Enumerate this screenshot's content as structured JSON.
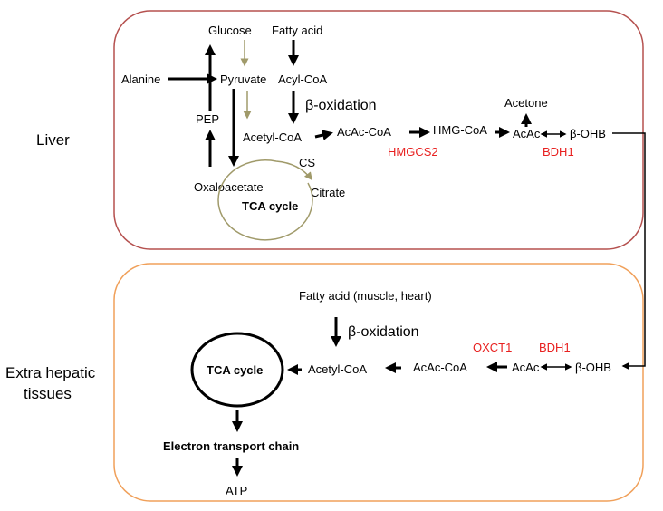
{
  "regions": {
    "liver_label": "Liver",
    "extra_label_line1": "Extra hepatic",
    "extra_label_line2": "tissues"
  },
  "liver": {
    "glucose": "Glucose",
    "fatty_acid": "Fatty acid",
    "alanine": "Alanine",
    "pyruvate": "Pyruvate",
    "acyl_coa": "Acyl-CoA",
    "beta_oxidation": "β-oxidation",
    "pep": "PEP",
    "acetyl_coa": "Acetyl-CoA",
    "acac_coa": "AcAc-CoA",
    "hmg_coa": "HMG-CoA",
    "acetone": "Acetone",
    "acac": "AcAc",
    "beta_ohb": "β-OHB",
    "hmgcs2": "HMGCS2",
    "bdh1": "BDH1",
    "cs": "CS",
    "oxaloacetate": "Oxaloacetate",
    "citrate": "Citrate",
    "tca_cycle": "TCA cycle"
  },
  "extra": {
    "fatty_acid": "Fatty acid (muscle, heart)",
    "beta_oxidation": "β-oxidation",
    "tca_cycle": "TCA cycle",
    "acetyl_coa": "Acetyl-CoA",
    "acac_coa": "AcAc-CoA",
    "acac": "AcAc",
    "beta_ohb": "β-OHB",
    "oxct1": "OXCT1",
    "bdh1": "BDH1",
    "etc": "Electron transport chain",
    "atp": "ATP"
  },
  "colors": {
    "liver_border": "#b5514f",
    "extra_border": "#f0a05a",
    "enzyme_red": "#e8201f",
    "tca_ring_olive": "#a09a6a"
  }
}
